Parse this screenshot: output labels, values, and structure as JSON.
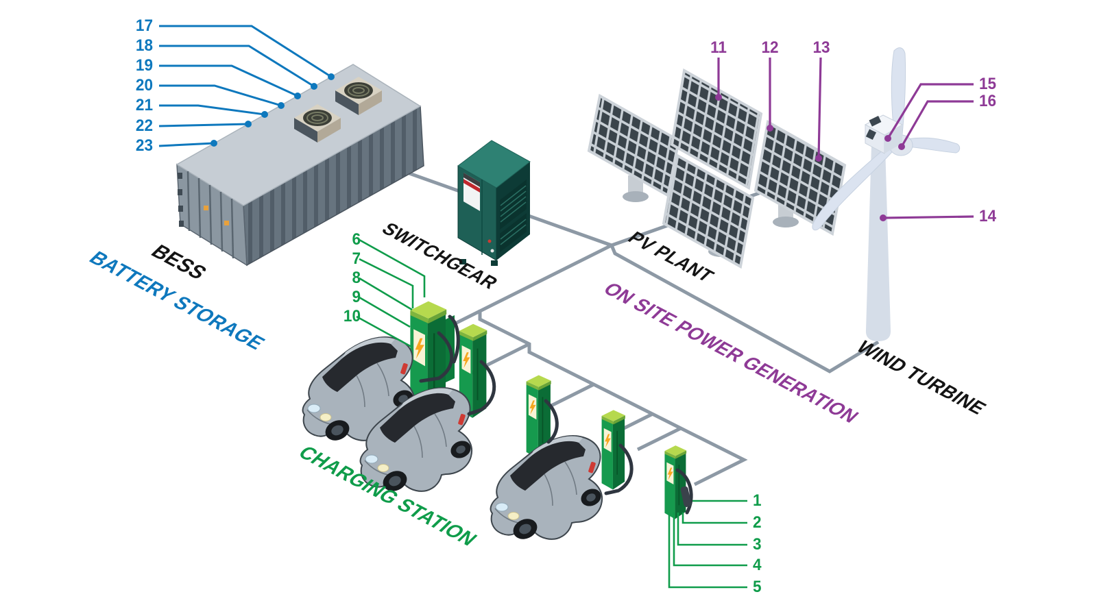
{
  "colors": {
    "bg": "#ffffff",
    "blue": "#0e78bd",
    "green": "#0f9c4a",
    "purple": "#8e3a96",
    "ink": "#141414",
    "line_gray": "#8d99a5",
    "charger_green": "#16984d",
    "bolt_orange": "#f6a61f"
  },
  "bess": {
    "abbr": "BESS",
    "label": "BATTERY STORAGE",
    "callouts": [
      "17",
      "18",
      "19",
      "20",
      "21",
      "22",
      "23"
    ]
  },
  "switchgear": {
    "label": "SWITCHGEAR"
  },
  "pv_plant": {
    "label": "PV PLANT",
    "callouts": [
      "11",
      "12",
      "13"
    ]
  },
  "wind_turbine": {
    "label": "WIND TURBINE",
    "callouts": [
      "14",
      "15",
      "16"
    ]
  },
  "on_site_power": {
    "label": "ON SITE POWER GENERATION"
  },
  "charging_station": {
    "label": "CHARGING STATION",
    "station_callouts": [
      "6",
      "7",
      "8",
      "9",
      "10"
    ],
    "charger_callouts": [
      "1",
      "2",
      "3",
      "4",
      "5"
    ]
  }
}
